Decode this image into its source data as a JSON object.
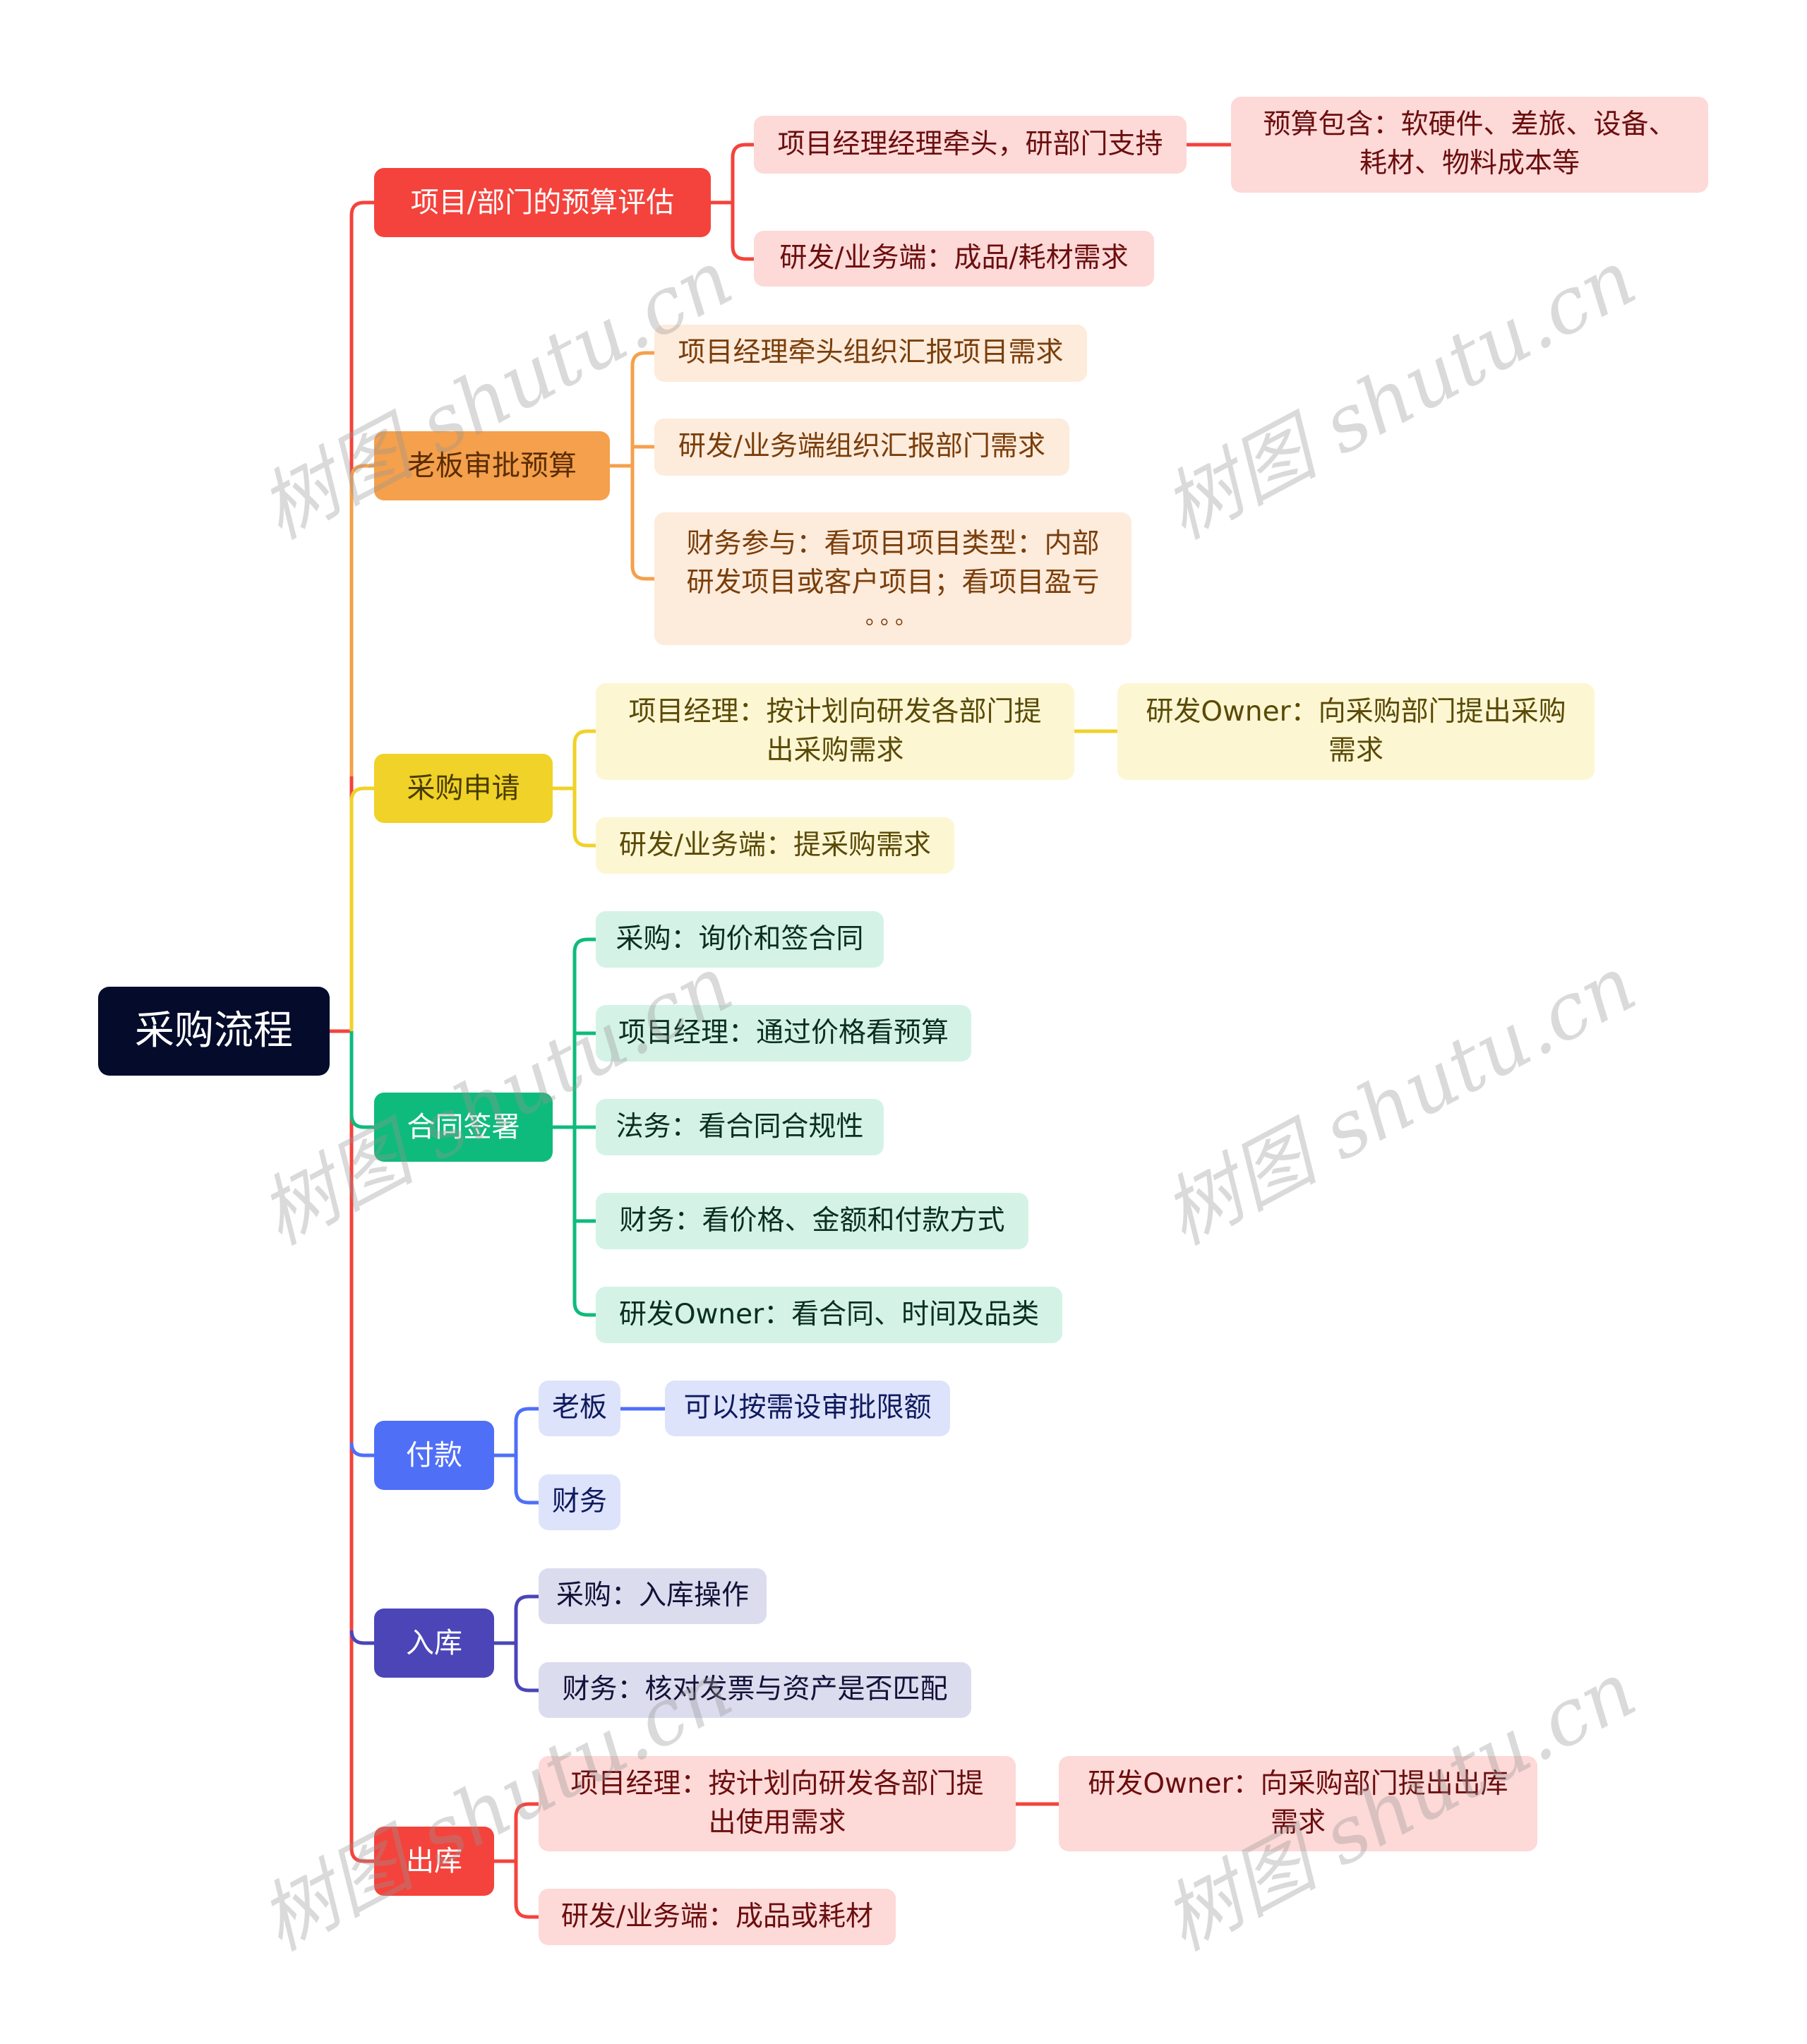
{
  "root": {
    "label": "采购流程"
  },
  "colors": {
    "root": "#050b2b",
    "red": "#f4433c",
    "orange": "#f5a04c",
    "yellow": "#f0d228",
    "green": "#0fbb7c",
    "blue": "#4f6ff7",
    "indigo": "#4b45b8"
  },
  "branches": [
    {
      "label": "项目/部门的预算评估",
      "children": [
        {
          "label": "项目经理经理牵头，研部门支持",
          "children": [
            {
              "label": "预算包含：软硬件、差旅、设备、耗材、物料成本等"
            }
          ]
        },
        {
          "label": "研发/业务端：成品/耗材需求"
        }
      ]
    },
    {
      "label": "老板审批预算",
      "children": [
        {
          "label": "项目经理牵头组织汇报项目需求"
        },
        {
          "label": "研发/业务端组织汇报部门需求"
        },
        {
          "label": "财务参与：看项目项目类型：内部研发项目或客户项目；看项目盈亏。。。"
        }
      ]
    },
    {
      "label": "采购申请",
      "children": [
        {
          "label": "项目经理：按计划向研发各部门提出采购需求",
          "children": [
            {
              "label": "研发Owner：向采购部门提出采购需求"
            }
          ]
        },
        {
          "label": "研发/业务端：提采购需求"
        }
      ]
    },
    {
      "label": "合同签署",
      "children": [
        {
          "label": "采购：询价和签合同"
        },
        {
          "label": "项目经理：通过价格看预算"
        },
        {
          "label": "法务：看合同合规性"
        },
        {
          "label": "财务：看价格、金额和付款方式"
        },
        {
          "label": "研发Owner：看合同、时间及品类"
        }
      ]
    },
    {
      "label": "付款",
      "children": [
        {
          "label": "老板",
          "children": [
            {
              "label": "可以按需设审批限额"
            }
          ]
        },
        {
          "label": "财务"
        }
      ]
    },
    {
      "label": "入库",
      "children": [
        {
          "label": "采购：入库操作"
        },
        {
          "label": "财务：核对发票与资产是否匹配"
        }
      ]
    },
    {
      "label": "出库",
      "children": [
        {
          "label": "项目经理：按计划向研发各部门提出使用需求",
          "children": [
            {
              "label": "研发Owner：向采购部门提出出库需求"
            }
          ]
        },
        {
          "label": "研发/业务端：成品或耗材"
        }
      ]
    }
  ],
  "display": {
    "b0_c0": "项目经理经理牵头，研部门支持",
    "b0_c0_c0_l1": "预算包含：软硬件、差旅、设备、",
    "b0_c0_c0_l2": "耗材、物料成本等",
    "b1_c2_l1": "财务参与：看项目项目类型：内部",
    "b1_c2_l2": "研发项目或客户项目；看项目盈亏",
    "b1_c2_l3": "。。。",
    "b2_c0_l1": "项目经理：按计划向研发各部门提",
    "b2_c0_l2": "出采购需求",
    "b2_c0_c0_l1": "研发Owner：向采购部门提出采购",
    "b2_c0_c0_l2": "需求",
    "b6_c0_l1": "项目经理：按计划向研发各部门提",
    "b6_c0_l2": "出使用需求",
    "b6_c0_c0_l1": "研发Owner：向采购部门提出出库",
    "b6_c0_c0_l2": "需求"
  },
  "watermark": "树图 shutu.cn"
}
